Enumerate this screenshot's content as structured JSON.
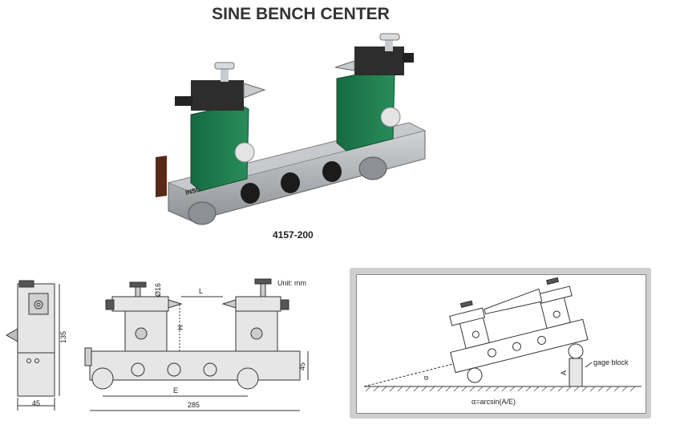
{
  "title": "SINE BENCH CENTER",
  "product": {
    "model": "4157-200",
    "brand": "INSIZE"
  },
  "drawing": {
    "unit": "Unit: mm",
    "dims": {
      "d16": "Ø16",
      "L": "L",
      "H": "H",
      "E": "E",
      "h45_front": "45",
      "len285": "285",
      "w45_side": "45",
      "h135": "135"
    }
  },
  "setup": {
    "gage_label": "gage block",
    "A_label": "A",
    "alpha_label": "α",
    "formula": "α=arcsin(A/E)"
  },
  "colors": {
    "green": "#1f7a4d",
    "steel": "#b9bcbf",
    "panel_border": "#c9c9c9"
  }
}
